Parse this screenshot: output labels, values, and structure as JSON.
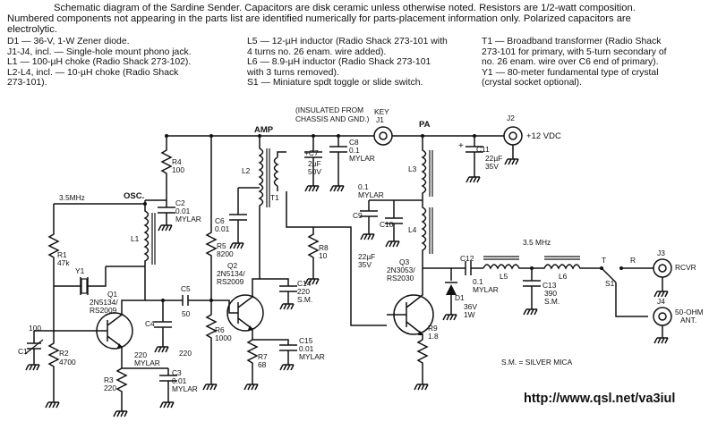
{
  "caption": {
    "line1": "Schematic diagram of the Sardine Sender. Capacitors are disk ceramic unless otherwise noted. Resistors are 1/2-watt composition.",
    "line2": "Numbered components not appearing in the parts list are identified numerically for parts-placement information only. Polarized capacitors are",
    "line3": "electrolytic."
  },
  "parts_list": {
    "col1": [
      "D1 — 36-V, 1-W Zener diode.",
      "J1-J4, incl. — Single-hole mount phono jack.",
      "L1 — 100-µH choke (Radio Shack 273-102).",
      "L2-L4, incl. — 10-µH choke (Radio Shack",
      "    273-101)."
    ],
    "col2": [
      "L5 — 12-µH inductor (Radio Shack 273-101 with",
      "    4 turns no. 26 enam. wire added).",
      "L6 — 8.9-µH inductor (Radio Shack 273-101",
      "    with 3 turns removed).",
      "S1 — Miniature spdt toggle or slide switch."
    ],
    "col3": [
      "T1 — Broadband transformer (Radio Shack",
      "    273-101 for primary, with 5-turn secondary of",
      "    no. 26 enam. wire over C6 end of primary).",
      "Y1 — 80-meter fundamental type of crystal",
      "    (crystal socket optional)."
    ]
  },
  "schematic": {
    "stage_labels": {
      "osc": "OSC.",
      "amp": "AMP",
      "pa": "PA"
    },
    "freq_labels": {
      "osc": "3.5MHz",
      "filter": "3.5 MHz"
    },
    "key_note": [
      "(INSULATED FROM",
      "CHASSIS AND GND.)"
    ],
    "key": "KEY",
    "supply": "+12 VDC",
    "transistors": {
      "q1": [
        "Q1",
        "2N5134/",
        "RS2009"
      ],
      "q2": [
        "Q2",
        "2N5134/",
        "RS2009"
      ],
      "q3": [
        "Q3",
        "2N3053/",
        "RS2030"
      ]
    },
    "resistors": {
      "r1": [
        "R1",
        "47k"
      ],
      "r2": [
        "R2",
        "4700"
      ],
      "r3": [
        "R3",
        "220"
      ],
      "r4": [
        "R4",
        "100"
      ],
      "r5": [
        "R5",
        "8200"
      ],
      "r6": [
        "R6",
        "1000"
      ],
      "r7": [
        "R7",
        "68"
      ],
      "r8": [
        "R8",
        "10"
      ],
      "r9": [
        "R9",
        "1.8"
      ]
    },
    "capacitors": {
      "c1": "C1",
      "c1_val": "100",
      "c2": [
        "C2",
        "0.01",
        "MYLAR"
      ],
      "c3": [
        "C3",
        "0.01",
        "MYLAR"
      ],
      "c3_220": [
        "220",
        "MYLAR"
      ],
      "c4": "C4",
      "c4_val": "220",
      "c5": "C5",
      "c5_val": "50",
      "c6": [
        "C6",
        "0.01"
      ],
      "c7": [
        "+C7",
        "2µF",
        "50V"
      ],
      "c8": [
        "C8",
        "0.1",
        "MYLAR"
      ],
      "c9": "C9",
      "c9_val": [
        "0.1",
        "MYLAR"
      ],
      "c10": "C10",
      "c10_val": [
        "22µF",
        "35V"
      ],
      "c11": [
        "C11",
        "22µF",
        "35V"
      ],
      "c12": [
        "C12",
        "0.1",
        "MYLAR"
      ],
      "c13": [
        "C13",
        "390",
        "S.M."
      ],
      "c14": [
        "C14",
        "220",
        "S.M."
      ],
      "c15": [
        "C15",
        "0.01",
        "MYLAR"
      ]
    },
    "inductors": {
      "l1": "L1",
      "l2": "L2",
      "l3": "L3",
      "l4": "L4",
      "l5": "L5",
      "l6": "L6",
      "t1": "T1"
    },
    "jacks": {
      "j1": "J1",
      "j2": "J2",
      "j3": "J3",
      "j4": "J4"
    },
    "switch": {
      "s1": "S1",
      "t": "T",
      "r": "R"
    },
    "crystal": "Y1",
    "diode": [
      "D1",
      "36V",
      "1W"
    ],
    "outputs": {
      "rcvr": "RCVR",
      "ant": [
        "50-OHM",
        "ANT."
      ]
    },
    "plus": "+",
    "note": "S.M. = SILVER MICA"
  },
  "url": "http://www.qsl.net/va3iul"
}
